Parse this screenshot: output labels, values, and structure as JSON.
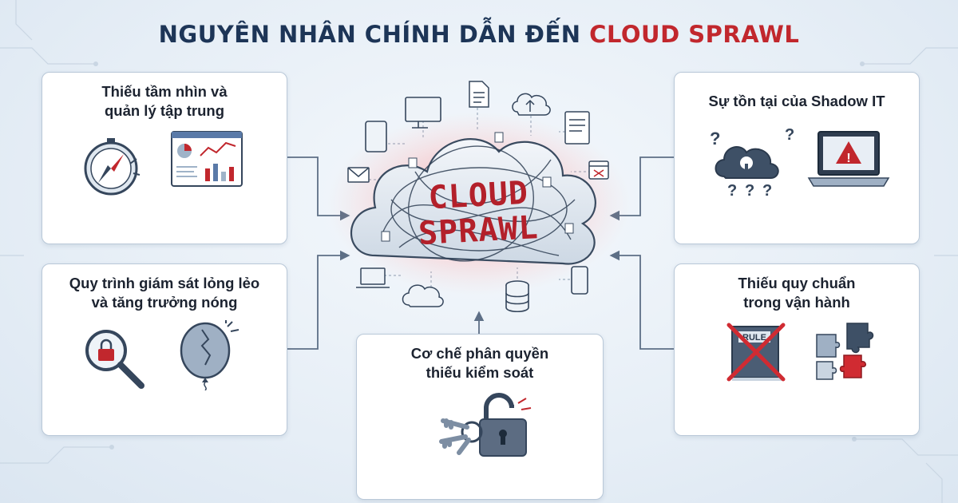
{
  "title": {
    "prefix": "NGUYÊN NHÂN CHÍNH DẪN ĐẾN ",
    "highlight": "CLOUD SPRAWL"
  },
  "center": {
    "line1": "CLOUD",
    "line2": "SPRAWL"
  },
  "cards": {
    "top_left": {
      "line1": "Thiếu tầm nhìn và",
      "line2": "quản lý tập trung"
    },
    "bottom_left": {
      "line1": "Quy trình giám sát lỏng lẻo",
      "line2": "và tăng trưởng nóng"
    },
    "bottom_center": {
      "line1": "Cơ chế phân quyền",
      "line2": "thiếu kiểm soát"
    },
    "top_right": {
      "line1": "Sự tồn tại của Shadow IT"
    },
    "bottom_right": {
      "line1": "Thiếu quy chuẩn",
      "line2": "trong vận hành"
    }
  },
  "icons": {
    "rule_book_label": "RULE",
    "question_mark": "?",
    "alert_mark": "!"
  },
  "colors": {
    "title": "#1d3557",
    "accent_red": "#c1272d",
    "card_border": "#b9c8d8",
    "connector": "#5d6f86",
    "cloud_glow": "#ff5a5a"
  }
}
